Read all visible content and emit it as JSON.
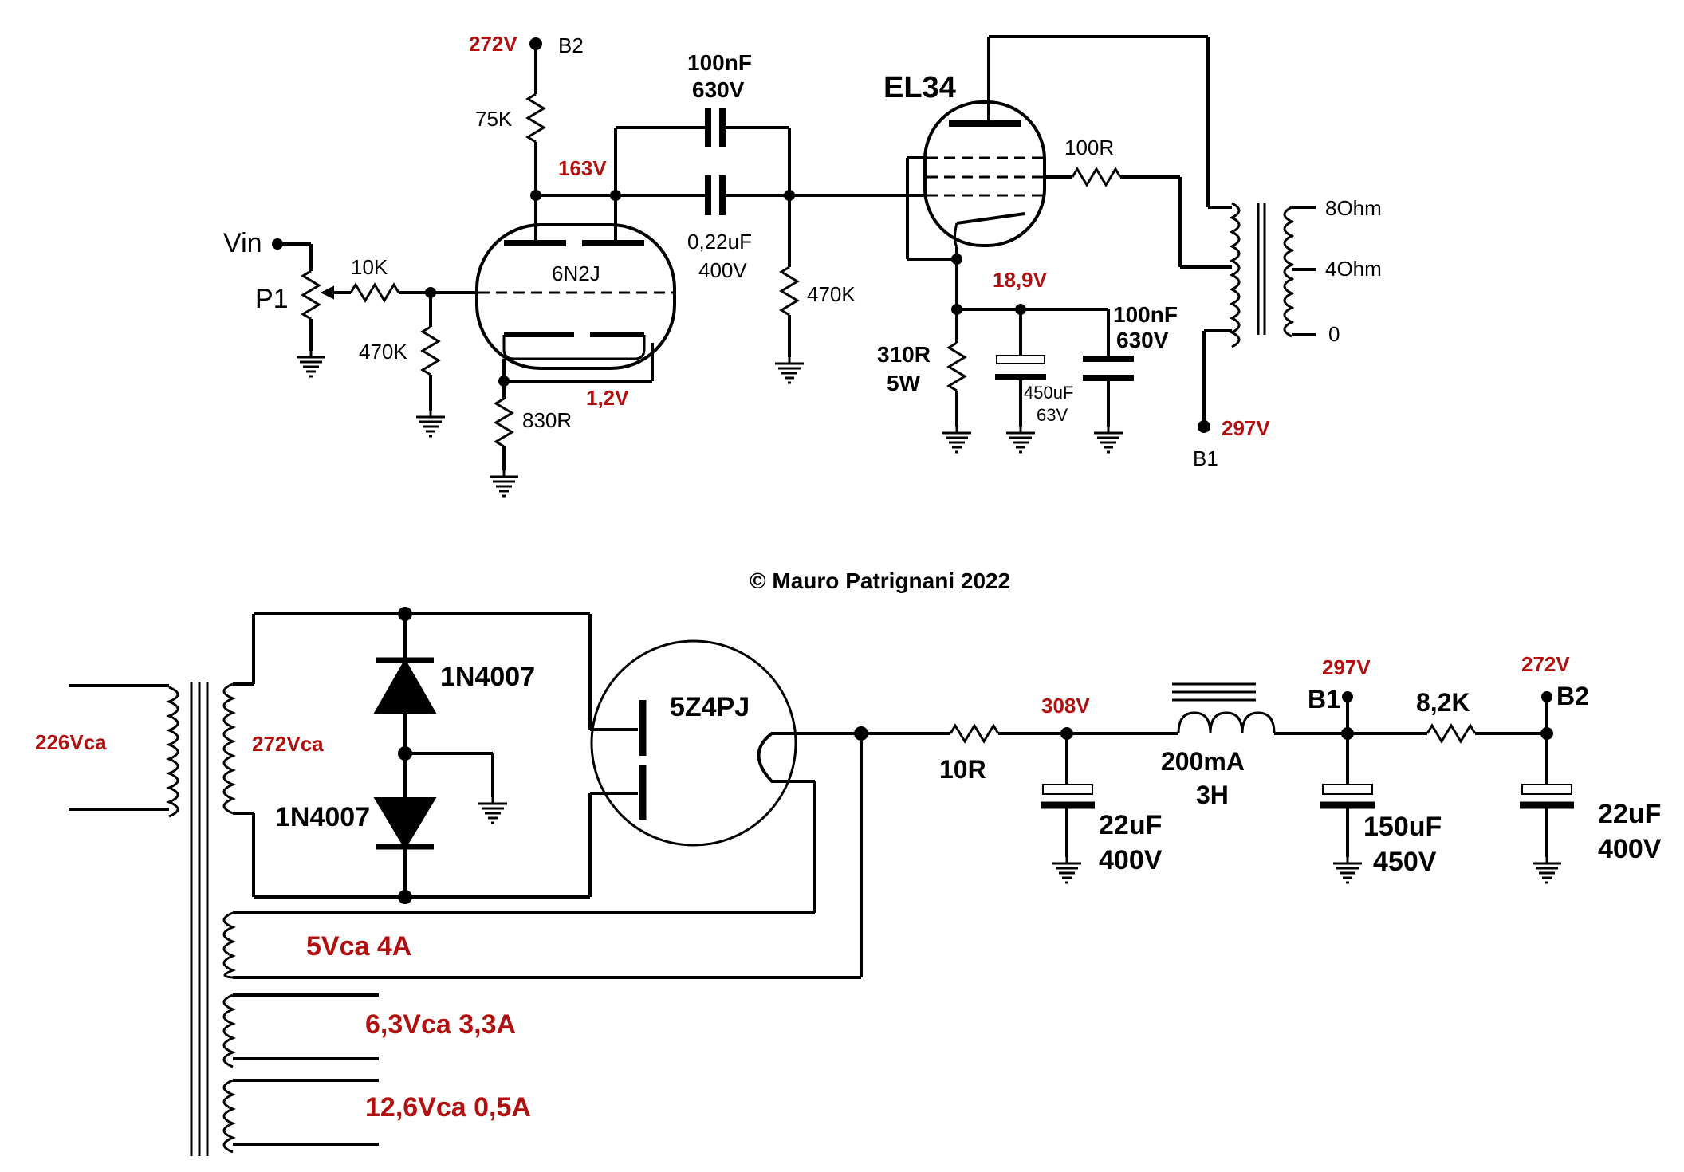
{
  "amplifier": {
    "b2_voltage": "272V",
    "b2_label": "B2",
    "r75k": "75K",
    "cap100nf_value": "100nF",
    "cap100nf_rating": "630V",
    "cap022_value": "0,22uF",
    "cap022_rating": "400V",
    "plate_voltage": "163V",
    "vin": "Vin",
    "pot": "P1",
    "r10k": "10K",
    "triode": "6N2J",
    "r470k_grid": "470K",
    "r470k_el34": "470K",
    "r830": "830R",
    "cathode_voltage": "1,2V",
    "pentode": "EL34",
    "r100": "100R",
    "el34_cathode_voltage": "18,9V",
    "r310_value": "310R",
    "r310_rating": "5W",
    "cap450_value": "450uF",
    "cap450_rating": "63V",
    "cap100nf2_value": "100nF",
    "cap100nf2_rating": "630V",
    "tap8": "8Ohm",
    "tap4": "4Ohm",
    "tap0": "0",
    "b1_voltage": "297V",
    "b1_label": "B1"
  },
  "copyright": "© Mauro Patrignani 2022",
  "power_supply": {
    "primary": "226Vca",
    "secondary_hv": "272Vca",
    "diode_top": "1N4007",
    "diode_bottom": "1N4007",
    "rectifier": "5Z4PJ",
    "heater_rect": "5Vca 4A",
    "heater_63": "6,3Vca 3,3A",
    "heater_126": "12,6Vca 0,5A",
    "r10": "10R",
    "v308": "308V",
    "cap22_value": "22uF",
    "cap22_rating": "400V",
    "choke_current": "200mA",
    "choke_inductance": "3H",
    "b1_voltage": "297V",
    "b1_label": "B1",
    "r82k": "8,2K",
    "cap150_value": "150uF",
    "cap150_rating": "450V",
    "b2_voltage": "272V",
    "b2_label": "B2",
    "cap22b_value": "22uF",
    "cap22b_rating": "400V"
  },
  "colors": {
    "wire": "#000000",
    "voltage": "#b01010"
  }
}
